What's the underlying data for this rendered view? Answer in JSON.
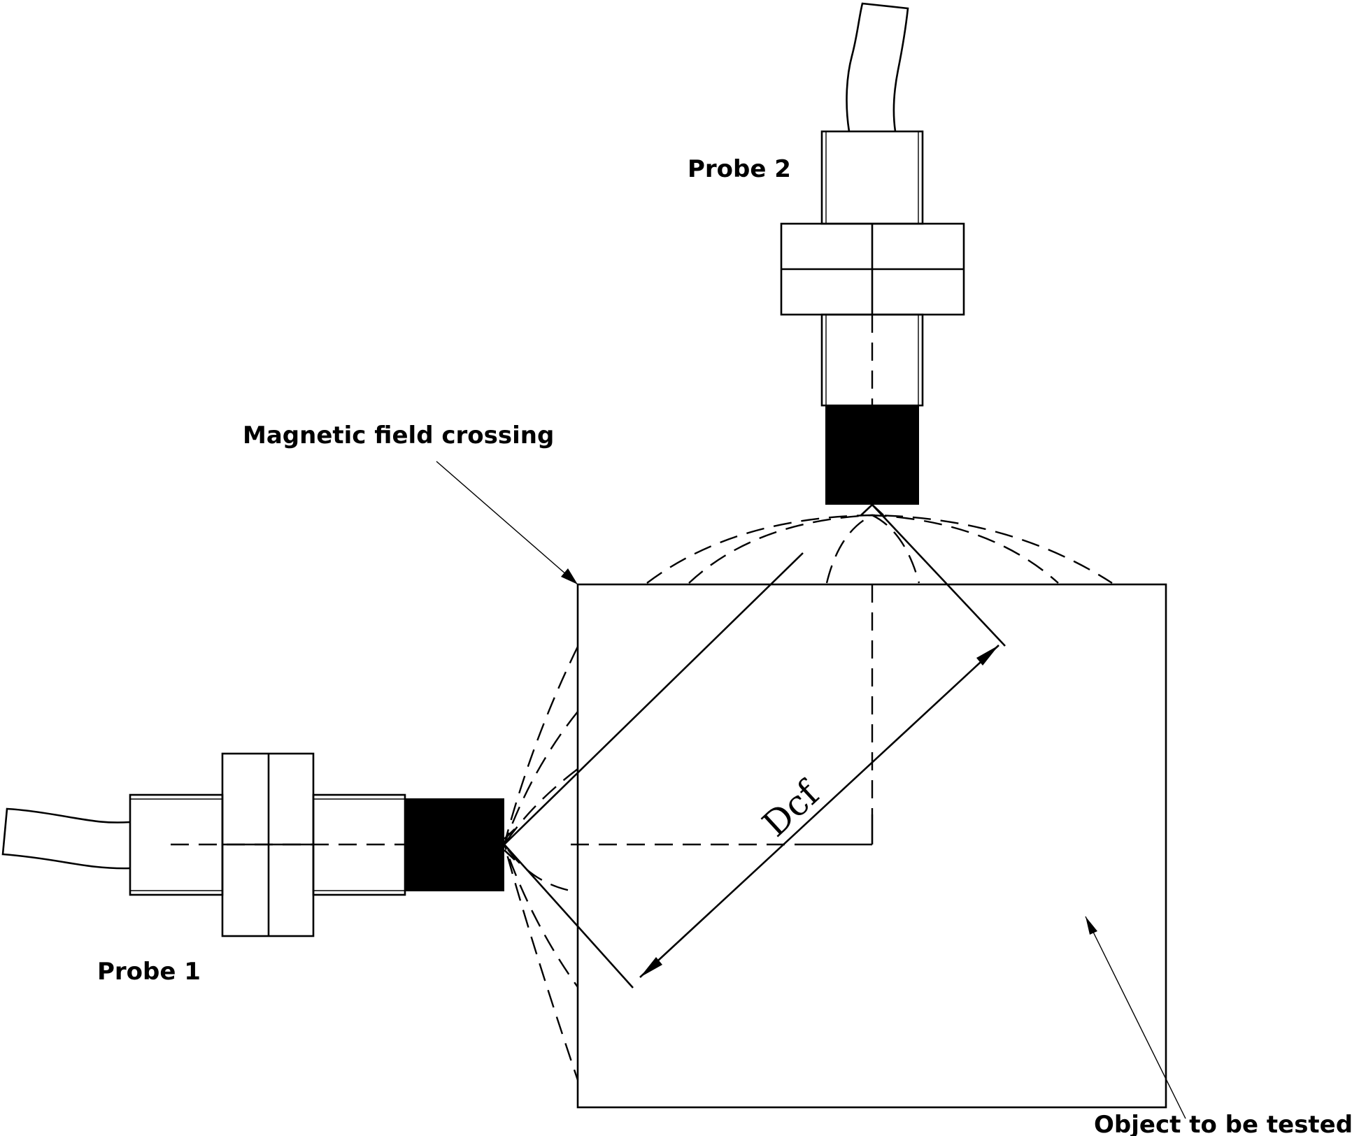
{
  "labels": {
    "probe2": "Probe 2",
    "probe1": "Probe 1",
    "magnetic": "Magnetic field crossing",
    "object": "Object to be tested",
    "distance": "Dcf"
  }
}
